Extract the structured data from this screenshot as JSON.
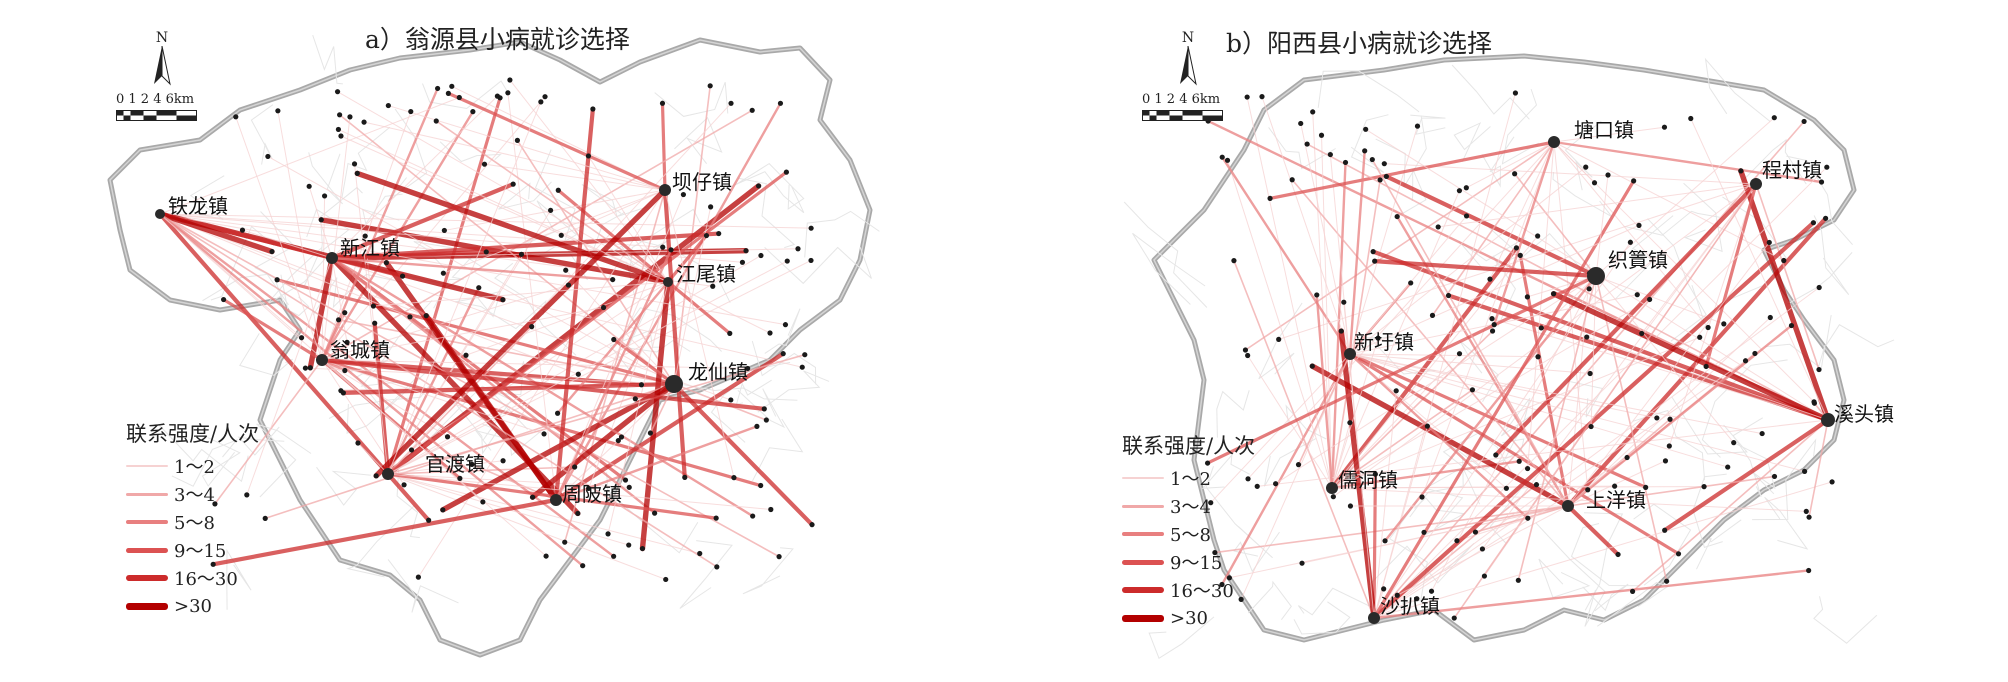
{
  "colors": {
    "flow": "#c8102e",
    "boundary_outer": "#a9a9a9",
    "boundary_inner": "#e2e2e2",
    "point": "#1a1a1a",
    "legend": [
      "#f6d2d2",
      "#f0a8a8",
      "#e87f7f",
      "#dc5252",
      "#cc2b2b",
      "#b30000"
    ]
  },
  "panels": [
    {
      "id": "a",
      "title": "a）翁源县小病就诊选择",
      "scale": {
        "numbers": "0 1 2   4     6km",
        "north": "N"
      },
      "legend": {
        "title": "联系强度/人次",
        "classes": [
          "1～2",
          "3～4",
          "5～8",
          "9～15",
          "16～30",
          ">30"
        ]
      },
      "towns": [
        {
          "name": "铁龙镇"
        },
        {
          "name": "新江镇"
        },
        {
          "name": "翁城镇"
        },
        {
          "name": "官渡镇"
        },
        {
          "name": "坝仔镇"
        },
        {
          "name": "江尾镇"
        },
        {
          "name": "龙仙镇"
        },
        {
          "name": "周陂镇"
        }
      ]
    },
    {
      "id": "b",
      "title": "b）阳西县小病就诊选择",
      "scale": {
        "numbers": "0 1 2   4     6km",
        "north": "N"
      },
      "legend": {
        "title": "联系强度/人次",
        "classes": [
          "1～2",
          "3～4",
          "5～8",
          "9～15",
          "16～30",
          ">30"
        ]
      },
      "towns": [
        {
          "name": "塘口镇"
        },
        {
          "name": "程村镇"
        },
        {
          "name": "织篢镇"
        },
        {
          "name": "新圩镇"
        },
        {
          "name": "溪头镇"
        },
        {
          "name": "儒洞镇"
        },
        {
          "name": "上洋镇"
        },
        {
          "name": "沙扒镇"
        }
      ]
    }
  ]
}
